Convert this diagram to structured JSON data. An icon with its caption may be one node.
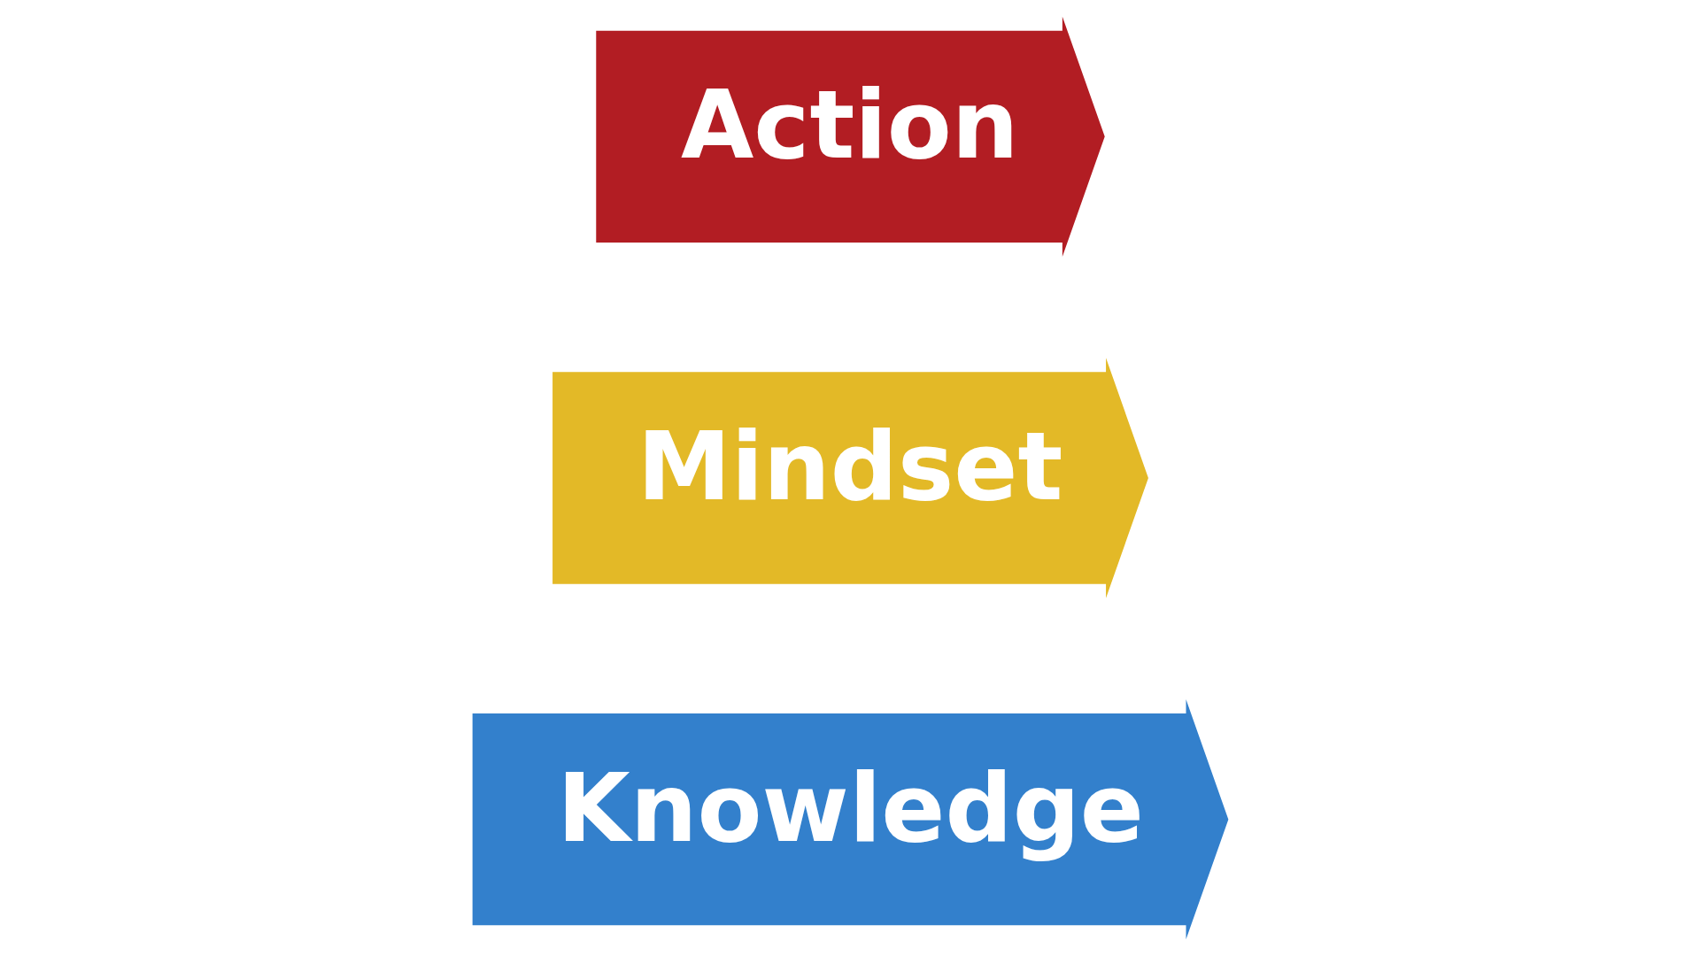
{
  "diagram": {
    "nodes": [
      {
        "text": [
          "Knowledge"
        ]
      },
      {
        "text": [
          "Mindset"
        ]
      },
      {
        "text": [
          "Action"
        ]
      }
    ]
  }
}
